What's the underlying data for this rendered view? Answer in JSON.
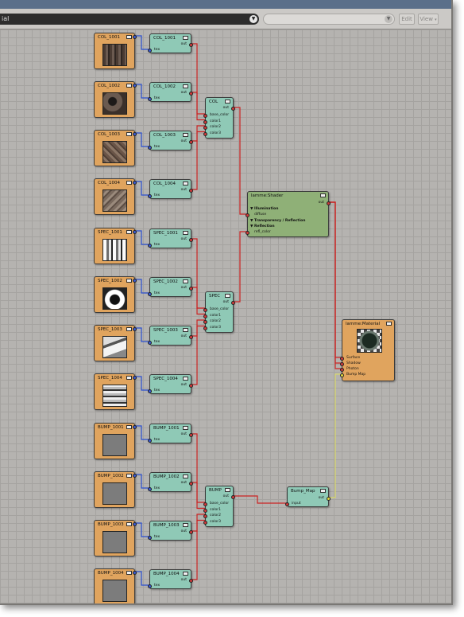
{
  "toolbar": {
    "combo_text": "ial",
    "edit_label": "Edit",
    "view_label": "View"
  },
  "colors": {
    "wire_color": "#cc2222",
    "wire_tex": "#2a4fd0",
    "wire_bump": "#d8d86a",
    "file_node": "#e0a45e",
    "tex_node": "#8fc9b6",
    "shader_node": "#8fb077"
  },
  "file_nodes": [
    {
      "label": "COL_1001",
      "kind": "col"
    },
    {
      "label": "COL_1002",
      "kind": "col"
    },
    {
      "label": "COL_1003",
      "kind": "col"
    },
    {
      "label": "COL_1004",
      "kind": "col"
    },
    {
      "label": "SPEC_1001",
      "kind": "spec"
    },
    {
      "label": "SPEC_1002",
      "kind": "spec"
    },
    {
      "label": "SPEC_1003",
      "kind": "spec"
    },
    {
      "label": "SPEC_1004",
      "kind": "spec"
    },
    {
      "label": "BUMP_1001",
      "kind": "bump"
    },
    {
      "label": "BUMP_1002",
      "kind": "bump"
    },
    {
      "label": "BUMP_1003",
      "kind": "bump"
    },
    {
      "label": "BUMP_1004",
      "kind": "bump"
    }
  ],
  "tex_nodes": [
    {
      "label": "COL_1001"
    },
    {
      "label": "COL_1002"
    },
    {
      "label": "COL_1003"
    },
    {
      "label": "COL_1004"
    },
    {
      "label": "SPEC_1001"
    },
    {
      "label": "SPEC_1002"
    },
    {
      "label": "SPEC_1003"
    },
    {
      "label": "SPEC_1004"
    },
    {
      "label": "BUMP_1001"
    },
    {
      "label": "BUMP_1002"
    },
    {
      "label": "BUMP_1003"
    },
    {
      "label": "BUMP_1004"
    }
  ],
  "ports": {
    "tex": "tex",
    "out": "out",
    "base_color": "base_color",
    "color1": "color1",
    "color2": "color2",
    "color3": "color3"
  },
  "selectors": [
    {
      "label": "COL"
    },
    {
      "label": "SPEC"
    },
    {
      "label": "BUMP"
    }
  ],
  "shader": {
    "title": "lamme:Shader",
    "out": "out",
    "illumination": "▼ Illumination",
    "diffuse": "diffuse",
    "transparency": "▼ Transparency / Reflection",
    "reflection": "▼  Reflection",
    "refl_color": "refl_color"
  },
  "bump_map": {
    "title": "Bump_Map",
    "out": "out",
    "input": "input"
  },
  "material": {
    "title": "lamme:Material",
    "ports": [
      "Surface",
      "Shadow",
      "Photon",
      "Bump Map"
    ]
  }
}
